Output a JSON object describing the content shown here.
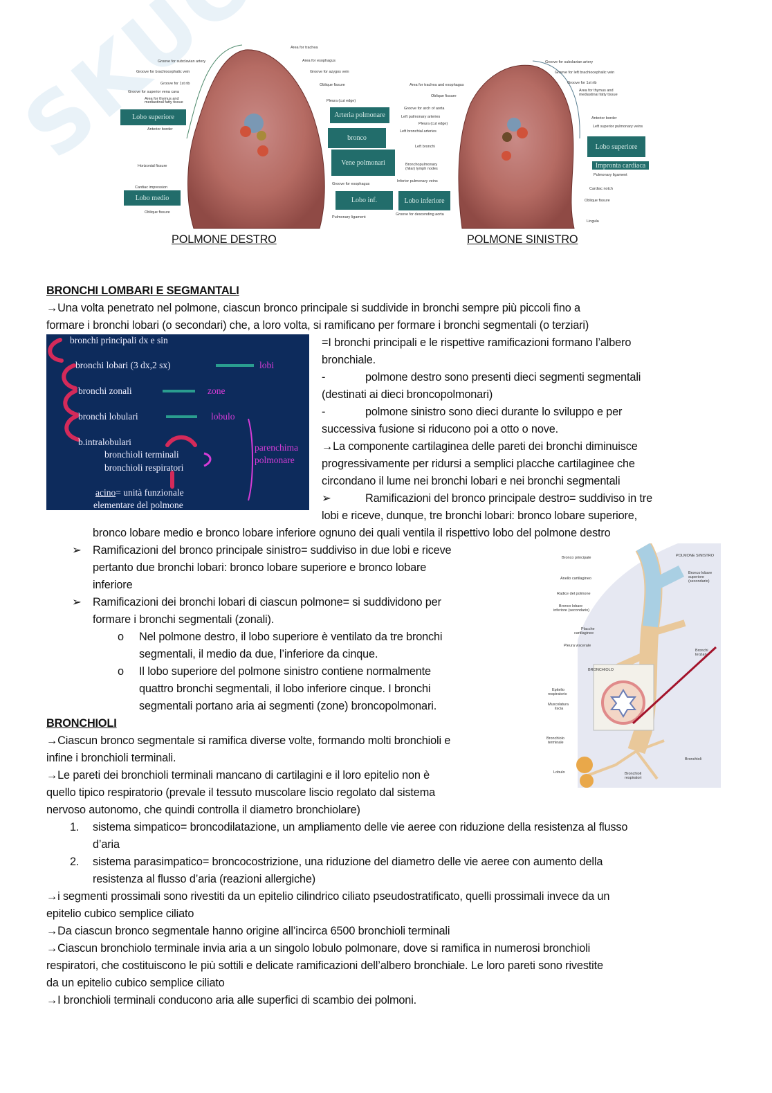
{
  "watermark": "SKUOLA",
  "figure_lungs": {
    "right_lung_caption": "POLMONE DESTRO",
    "left_lung_caption": "POLMONE SINISTRO",
    "right_lung_boxes": [
      "Lobo superiore",
      "Arteria polmonare",
      "bronco",
      "Vene polmonari",
      "Lobo medio",
      "Lobo inf."
    ],
    "right_lung_labels": [
      "Area for trachea",
      "Groove for subclavian artery",
      "Area for esophagus",
      "Groove for brachiocephalic vein",
      "Groove for azygos vein",
      "Groove for 1st rib",
      "Oblique fissure",
      "Groove for superior vena cava",
      "Area for thymus and",
      "mediastinal fatty tissue",
      "Pleura (cut edge)",
      "Anterior border",
      "Horizontal fissure",
      "Groove for esophagus",
      "Cardiac impression",
      "Oblique fissure",
      "Pulmonary ligament"
    ],
    "left_lung_boxes": [
      "Lobo superiore",
      "Impronta cardiaca",
      "Lobo inferiore"
    ],
    "left_lung_labels": [
      "Groove for subclavian artery",
      "Groove for left brachiocephalic vein",
      "Area for trachea and esophagus",
      "Groove for 1st rib",
      "Area for thymus and",
      "mediastinal fatty tissue",
      "Oblique fissure",
      "Groove for arch of aorta",
      "Left pulmonary arteries",
      "Pleura (cut edge)",
      "Left bronchial arteries",
      "Anterior border",
      "Left superior pulmonary veins",
      "Left bronchi",
      "Bronchopulmonary",
      "(hilar) lymph nodes",
      "Inferior pulmonary veins",
      "Pulmonary ligament",
      "Cardiac notch",
      "Oblique fissure",
      "Groove for descending aorta",
      "Lingula"
    ]
  },
  "diagram": {
    "bg": "#0d2b5c",
    "levels": [
      "bronchi principali dx e sin",
      "bronchi lobari (3 dx,2 sx)",
      "bronchi zonali",
      "bronchi lobulari",
      "b.intralobulari",
      "bronchioli terminali",
      "bronchioli respiratori"
    ],
    "targets": [
      "lobi",
      "zone",
      "lobulo"
    ],
    "parenchyma": [
      "parenchima",
      "polmonare"
    ],
    "acino_word": "acino",
    "acino_rest": "= unità funzionale",
    "acino_line2": "elementare del polmone"
  },
  "figure_tree": {
    "labels": [
      "Bronco principale",
      "POLMONE SINISTRO",
      "Anello cartilagineo",
      "Bronco lobare",
      "superiore",
      "(secondario)",
      "Radice del polmone",
      "Bronco lobare",
      "inferiore (secondario)",
      "Placche",
      "cartilaginee",
      "Pleura viscerale",
      "Bronchi",
      "terziari",
      "BRONCHIOLO",
      "Epitelio",
      "respiratorio",
      "Muscolatura",
      "liscia",
      "Bronchiolo",
      "terminale",
      "Bronchioli",
      "Lobulo",
      "Bronchioli",
      "respiratori"
    ]
  },
  "text": {
    "h1": "BRONCHI LOMBARI E SEGMANTALI",
    "l1": "→Una volta penetrato nel polmone, ciascun bronco principale si suddivide in bronchi sempre più piccoli fino a",
    "l2": "formare i bronchi lobari (o secondari) che, a loro volta, si ramificano per formare i bronchi segmentali (o terziari)",
    "l3": "=I bronchi principali e le rispettive ramificazioni formano l’albero",
    "l4": "bronchiale.",
    "dash": "-",
    "l5": "polmone destro sono presenti dieci segmenti segmentali",
    "l6": "(destinati ai dieci broncopolmonari)",
    "l7": "polmone sinistro sono dieci durante lo sviluppo e per",
    "l8": "successiva fusione si riducono poi a otto o nove.",
    "l9": "→La componente cartilaginea delle pareti dei bronchi diminuisce",
    "l10": "progressivamente per ridursi a semplici placche cartilaginee che",
    "l11": "circondano il lume nei bronchi lobari e nei bronchi segmentali",
    "arrow_bullet": "➢",
    "l12": "Ramificazioni del bronco principale destro= suddiviso in tre",
    "l13": "lobi e riceve, dunque, tre bronchi lobari: bronco lobare superiore,",
    "l14": "bronco lobare medio e bronco lobare inferiore ognuno dei quali ventila il rispettivo lobo del polmone destro",
    "l15": "Ramificazioni del bronco principale sinistro= suddiviso in due lobi e riceve",
    "l16": "pertanto due bronchi lobari: bronco lobare superiore e bronco lobare",
    "l17": "inferiore",
    "l18": "Ramificazioni dei bronchi lobari di ciascun polmone= si suddividono per",
    "l19": "formare i bronchi segmentali (zonali).",
    "circle_bullet": "o",
    "l20": "Nel polmone destro, il lobo superiore è ventilato da tre bronchi",
    "l21": "segmentali, il medio da due, l’inferiore da cinque.",
    "l22": "Il lobo superiore del polmone sinistro contiene normalmente",
    "l23": "quattro bronchi segmentali, il lobo inferiore cinque. I bronchi",
    "l24": "segmentali portano aria ai segmenti (zone) broncopolmonari.",
    "h2": "BRONCHIOLI",
    "m1": "→Ciascun bronco segmentale si ramifica diverse volte, formando molti bronchioli e",
    "m2": "infine i bronchioli terminali.",
    "m3": "→Le pareti dei bronchioli terminali mancano di cartilagini e il loro epitelio non è",
    "m4": "quello tipico respiratorio (prevale il tessuto muscolare liscio regolato dal sistema",
    "m5": "nervoso autonomo, che quindi controlla il diametro bronchiolare)",
    "n1": "1.",
    "m6": "sistema simpatico= broncodilatazione, un ampliamento delle vie aeree con riduzione della resistenza al flusso",
    "m7": "d’aria",
    "n2": "2.",
    "m8": "sistema parasimpatico= broncocostrizione, una riduzione del diametro delle vie aeree con aumento della",
    "m9": "resistenza al flusso d’aria (reazioni allergiche)",
    "m10": "→i segmenti prossimali sono rivestiti da un epitelio cilindrico ciliato pseudostratificato, quelli prossimali invece da un",
    "m11": "epitelio cubico semplice ciliato",
    "m12": "→Da ciascun bronco segmentale hanno origine all’incirca 6500 bronchioli terminali",
    "m13": "→Ciascun bronchiolo terminale invia aria a un singolo lobulo polmonare, dove si ramifica in numerosi bronchioli",
    "m14": "respiratori, che costituiscono le più sottili e delicate ramificazioni dell’albero bronchiale. Le loro pareti sono rivestite",
    "m15": "da un epitelio cubico semplice ciliato",
    "m16": "→I bronchioli terminali conducono aria alle superfici di scambio dei polmoni."
  }
}
